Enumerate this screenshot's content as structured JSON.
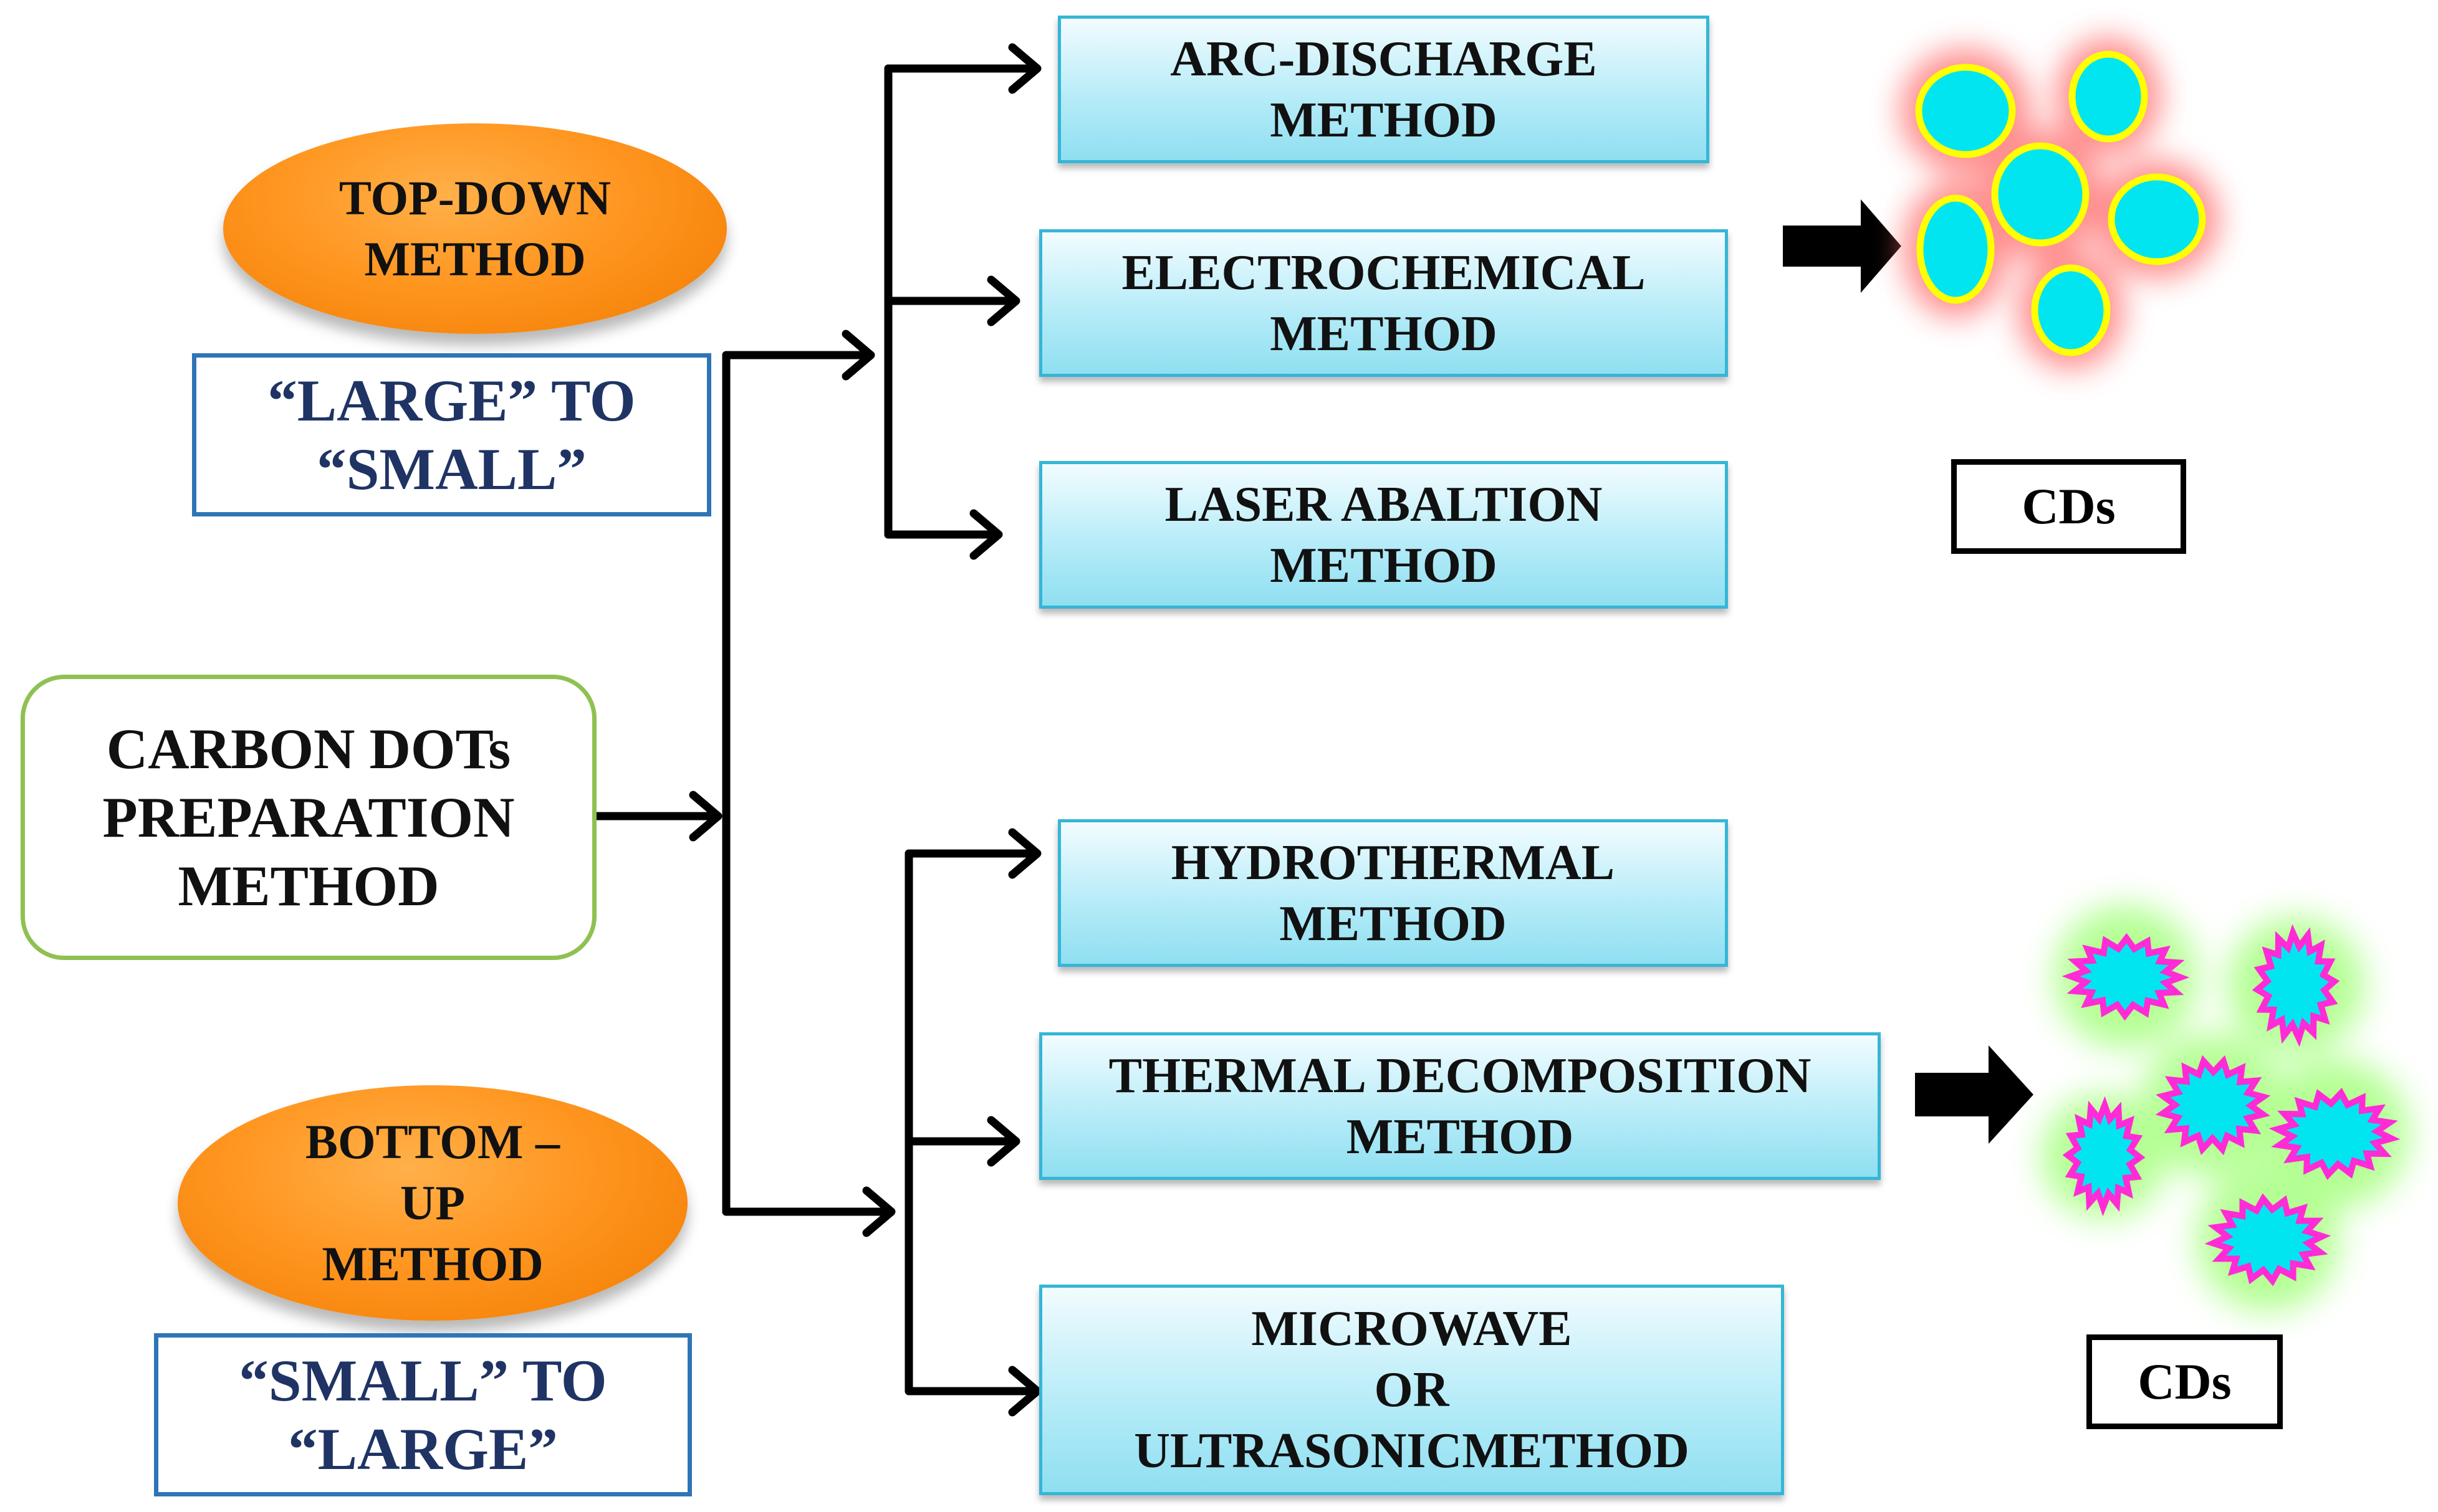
{
  "diagram": {
    "root": {
      "lines": [
        "CARBON DOTs",
        "PREPARATION",
        "METHOD"
      ]
    },
    "top_down": {
      "title_lines": [
        "TOP-DOWN",
        "METHOD"
      ],
      "subtitle_lines": [
        "“LARGE” TO",
        "“SMALL”"
      ],
      "methods": [
        {
          "lines": [
            "ARC-DISCHARGE",
            "METHOD"
          ]
        },
        {
          "lines": [
            "ELECTROCHEMICAL",
            "METHOD"
          ]
        },
        {
          "lines": [
            "LASER ABALTION",
            "METHOD"
          ]
        }
      ],
      "product_label": "CDs",
      "particle_style": "spherical cyan dots with yellow outline and red glow"
    },
    "bottom_up": {
      "title_lines": [
        "BOTTOM –",
        "UP",
        "METHOD"
      ],
      "subtitle_lines": [
        "“SMALL” TO",
        "“LARGE”"
      ],
      "methods": [
        {
          "lines": [
            "HYDROTHERMAL",
            "METHOD"
          ]
        },
        {
          "lines": [
            "THERMAL DECOMPOSITION",
            "METHOD"
          ]
        },
        {
          "lines": [
            "MICROWAVE",
            "OR",
            "ULTRASONICMETHOD"
          ]
        }
      ],
      "product_label": "CDs",
      "particle_style": "star-shaped cyan dots with magenta outline and green glow"
    }
  },
  "colors": {
    "ellipse_orange": "#ff9620",
    "subtitle_border": "#2e75b6",
    "subtitle_text": "#1f3464",
    "root_border": "#8fc152",
    "method_fill": "#b7ecf8",
    "method_border": "#35b6d6",
    "particle_cyan": "#00e5f0",
    "top_particle_outline": "#ffff00",
    "top_particle_glow": "#ff6a6a",
    "bottom_particle_outline": "#ff2bd6",
    "bottom_particle_glow": "#8cff5a",
    "connector": "#000000"
  }
}
